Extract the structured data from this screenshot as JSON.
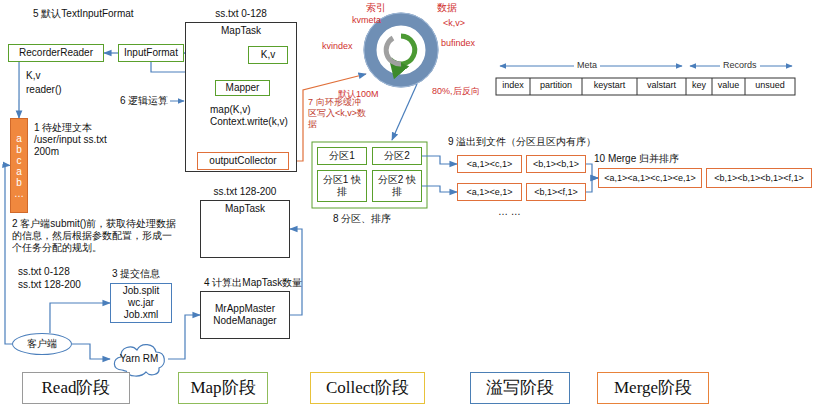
{
  "diagram": {
    "nodes": [
      {
        "text": [
          "RecorderReader"
        ]
      },
      {
        "text": [
          "InputFormat"
        ]
      },
      {
        "text": [
          "ss.txt 0-128",
          "MapTask"
        ]
      },
      {
        "text": [
          "K,v"
        ],
        "in": 2
      },
      {
        "text": [
          "Mapper"
        ],
        "in": 2
      },
      {
        "text": [
          "outputCollector"
        ],
        "in": 2
      },
      {
        "text": [
          "a b c a b …"
        ]
      },
      {
        "text": [
          "分区1"
        ]
      },
      {
        "text": [
          "分区2"
        ]
      },
      {
        "text": [
          "分区1 快排"
        ]
      },
      {
        "text": [
          "分区2 快排"
        ]
      },
      {
        "text": [
          "<a,1><c,1>"
        ]
      },
      {
        "text": [
          "<b,1><b,1>"
        ]
      },
      {
        "text": [
          "<a,1><e,1>"
        ]
      },
      {
        "text": [
          "<b,1><f,1>"
        ]
      },
      {
        "text": [
          "<a,1><a,1><c,1><e,1>"
        ]
      },
      {
        "text": [
          "<b,1><b,1><b,1><f,1>"
        ]
      },
      {
        "text": [
          "ss.txt 128-200",
          "MapTask"
        ]
      },
      {
        "text": [
          "Job.split wc.jar Job.xml"
        ]
      },
      {
        "text": [
          "MrAppMaster NodeManager"
        ]
      },
      {
        "text": [
          "客户端"
        ]
      },
      {
        "text": [
          "Yarn RM"
        ]
      },
      {
        "text": [
          "Read阶段"
        ]
      },
      {
        "text": [
          "Map阶段"
        ]
      },
      {
        "text": [
          "Collect阶段"
        ]
      },
      {
        "text": [
          "溢写阶段"
        ]
      },
      {
        "text": [
          "Merge阶段"
        ]
      }
    ],
    "edges": [
      {
        "from": 1,
        "to": 0,
        "arrow": "to"
      },
      {
        "from": 2,
        "to": 1,
        "arrow": "to"
      },
      {
        "from": 1,
        "to": 3,
        "arrow": "to"
      },
      {
        "from": 0,
        "to": 6,
        "arrow": "to"
      },
      {
        "from": 4,
        "to": 5,
        "arrow": "to"
      },
      {
        "from": 8,
        "to": 11,
        "arrow": "to"
      },
      {
        "from": 10,
        "to": 13,
        "arrow": "to"
      },
      {
        "from": 12,
        "to": 15,
        "arrow": "to"
      },
      {
        "from": 14,
        "to": 15,
        "arrow": "to"
      },
      {
        "from": 20,
        "to": 6,
        "arrow": "to"
      },
      {
        "from": 20,
        "to": 21,
        "arrow": "to"
      },
      {
        "from": 20,
        "to": 18,
        "arrow": "to"
      },
      {
        "from": 21,
        "to": 19,
        "arrow": "to"
      },
      {
        "from": 19,
        "to": 17,
        "arrow": "to"
      }
    ],
    "labels": [
      "5 默认TextInputFormat",
      "K,v",
      "reader()",
      "6 逻辑运算",
      "map(K,v) Context.write(k,v)",
      "7 向环形缓冲区写入<k,v>数据",
      "索引",
      "kvmeta",
      "kvindex",
      "数据",
      "<k,v>",
      "bufindex",
      "默认100M",
      "80%,后反向",
      "Meta",
      "Records",
      "index",
      "partition",
      "keystart",
      "valstart",
      "key",
      "value",
      "unsued",
      "1 待处理文本 /user/input ss.txt 200m",
      "2 客户端submit()前，获取待处理数据的信息，然后根据参数配置，形成一个任务分配的规划。",
      "ss.txt 0-128",
      "ss.txt 128-200",
      "3 提交信息",
      "4 计算出MapTask数量",
      "8 分区、排序",
      "9 溢出到文件（分区且区内有序）",
      "… …",
      "10 Merge 归并排序"
    ]
  }
}
